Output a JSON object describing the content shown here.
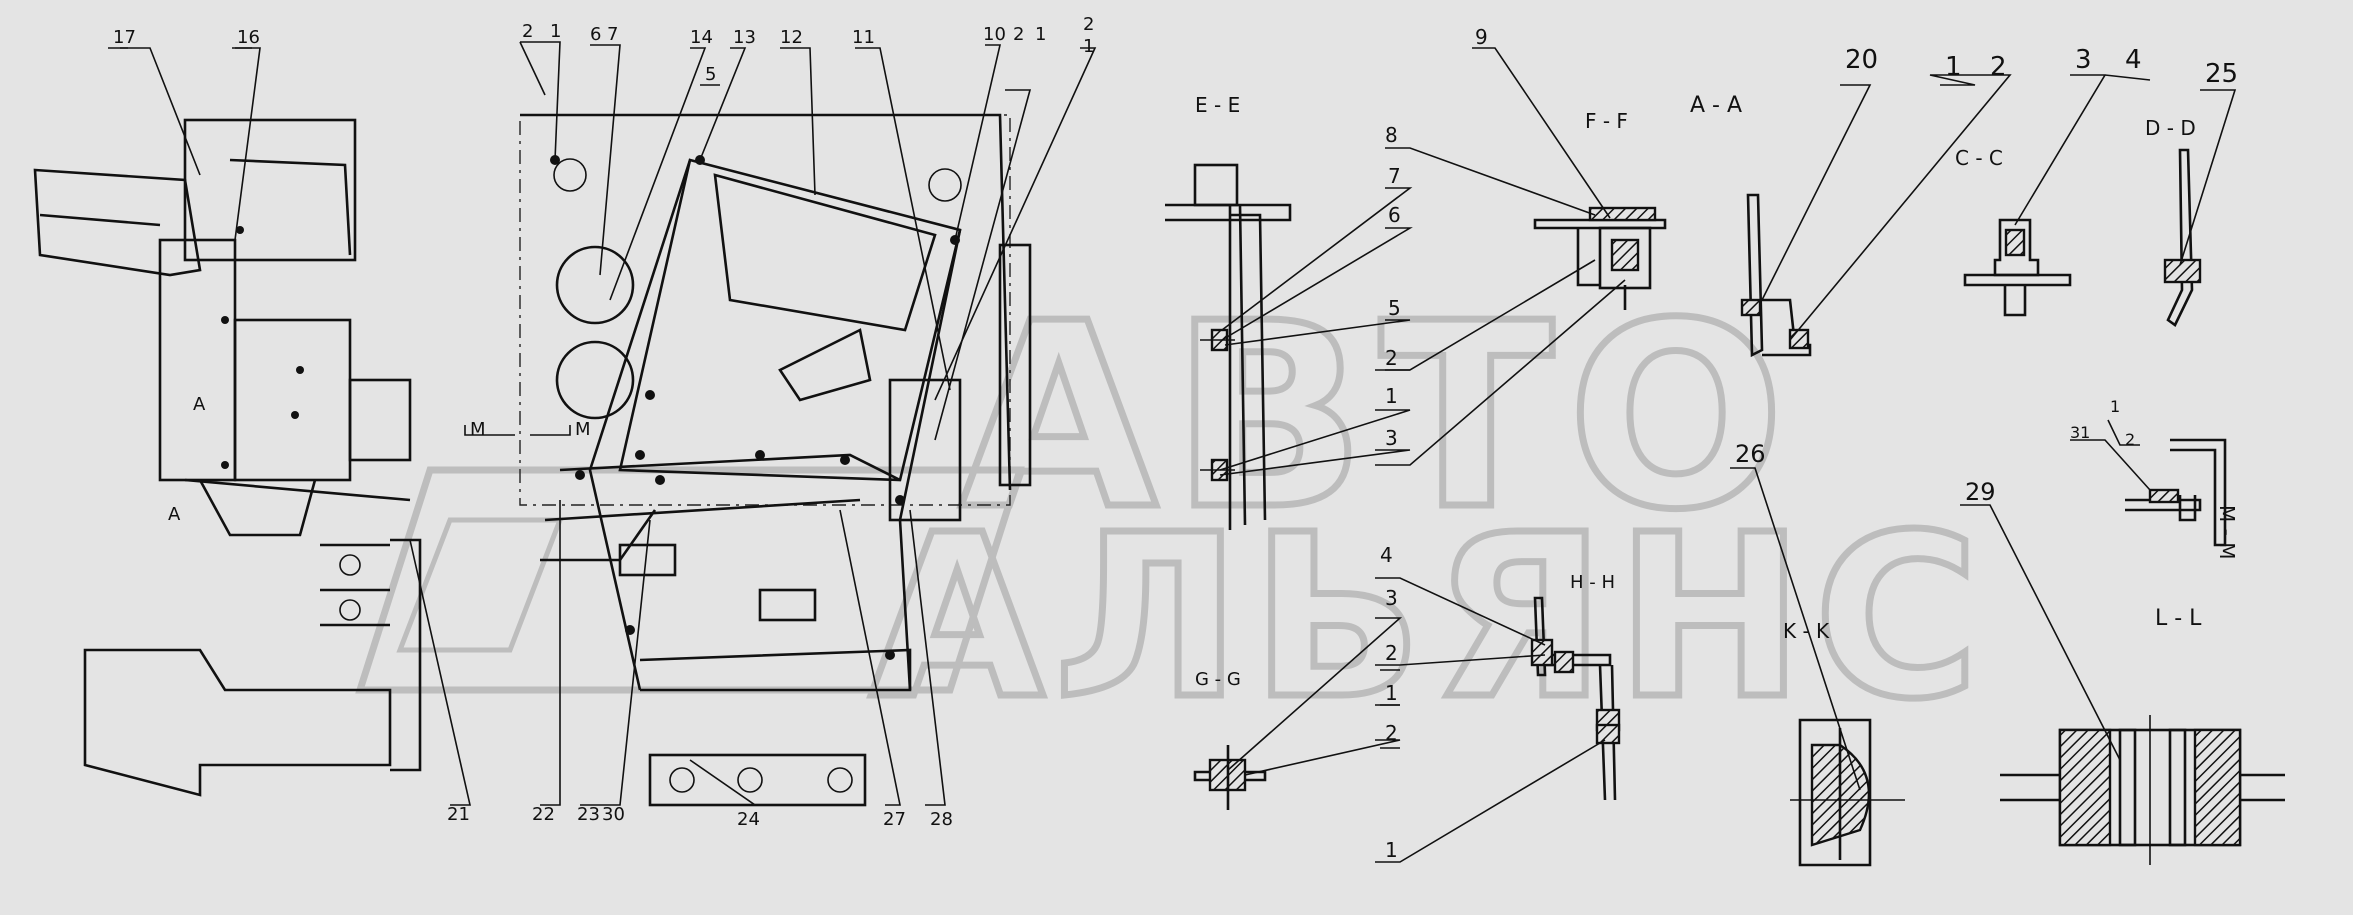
{
  "watermark": {
    "line1": "АВТО",
    "line2": "АЛЬЯНС"
  },
  "sections": [
    {
      "id": "ee",
      "label": "E - E"
    },
    {
      "id": "ff",
      "label": "F - F"
    },
    {
      "id": "aa",
      "label": "A - A"
    },
    {
      "id": "cc",
      "label": "C - C"
    },
    {
      "id": "dd",
      "label": "D - D"
    },
    {
      "id": "mm",
      "label": "M - M"
    },
    {
      "id": "hh",
      "label": "H - H"
    },
    {
      "id": "gg",
      "label": "G - G"
    },
    {
      "id": "kk",
      "label": "K - K"
    },
    {
      "id": "ll",
      "label": "L - L"
    }
  ],
  "main_view": {
    "callouts": [
      "17",
      "16",
      "2",
      "1",
      "6",
      "7",
      "14",
      "13",
      "5",
      "12",
      "11",
      "10",
      "2",
      "1",
      "2",
      "1",
      "21",
      "22",
      "23",
      "30",
      "24",
      "27",
      "28"
    ],
    "marks": [
      "M",
      "M",
      "A",
      "A"
    ]
  },
  "detail_callouts": [
    "9",
    "8",
    "7",
    "6",
    "5",
    "2",
    "1",
    "3",
    "20",
    "1",
    "2",
    "3",
    "4",
    "25",
    "26",
    "29",
    "4",
    "3",
    "2",
    "2",
    "1",
    "1",
    "2",
    "31"
  ]
}
